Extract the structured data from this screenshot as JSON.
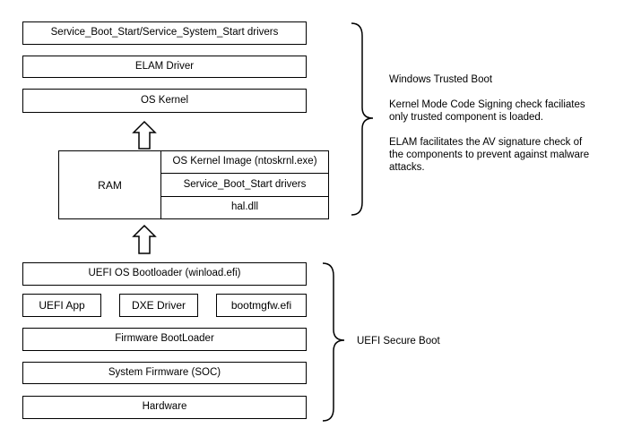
{
  "trusted_boot": {
    "boxes": {
      "service_drivers": "Service_Boot_Start/Service_System_Start drivers",
      "elam_driver": "ELAM Driver",
      "os_kernel": "OS Kernel"
    },
    "ram": {
      "label": "RAM",
      "rows": [
        "OS Kernel Image (ntoskrnl.exe)",
        "Service_Boot_Start drivers",
        "hal.dll"
      ]
    },
    "annotation": {
      "title": "Windows Trusted Boot",
      "kmcs_lines": [
        "Kernel Mode Code Signing check faciliates",
        "only trusted component is loaded."
      ],
      "elam_lines": [
        "ELAM  facilitates the AV signature check of",
        "the components to prevent against malware",
        "attacks."
      ]
    }
  },
  "secure_boot": {
    "boxes": {
      "os_bootloader": "UEFI OS Bootloader (winload.efi)",
      "uefi_app": "UEFI App",
      "dxe_driver": "DXE Driver",
      "bootmgfw": "bootmgfw.efi",
      "firmware_bootloader": "Firmware BootLoader",
      "system_firmware": "System Firmware (SOC)",
      "hardware": "Hardware"
    },
    "annotation": {
      "title": "UEFI Secure Boot"
    }
  }
}
